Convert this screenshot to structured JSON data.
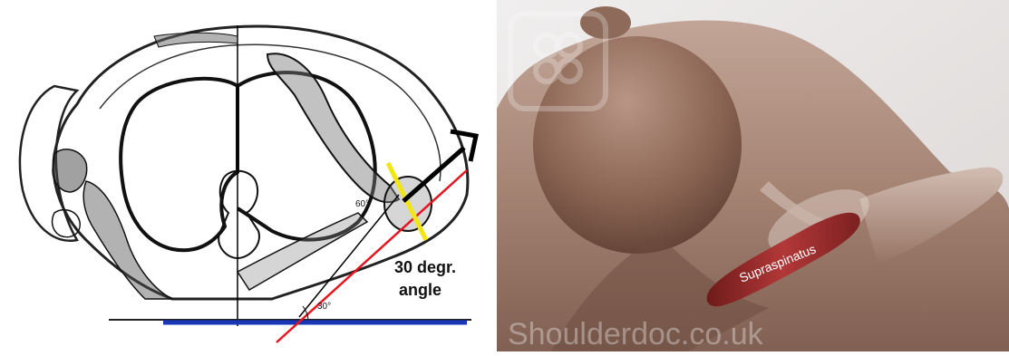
{
  "left_diagram": {
    "small_angle_left": "60°",
    "small_angle_bottom": "30°",
    "angle_label_line1": "30 degr.",
    "angle_label_line2": "angle",
    "colors": {
      "red_line": "#e8141e",
      "blue_line": "#1737b8",
      "yellow_line": "#f1e60f",
      "arrow": "#000000"
    }
  },
  "right_render": {
    "muscle_label": "Supraspinatus",
    "watermark": "Shoulderdoc.co.uk",
    "logo_icon": "shoulderdoc-logo-icon",
    "colors": {
      "skin": "#a47e6c",
      "muscle": "#a02a2a",
      "background": "#e7e4e3"
    }
  }
}
